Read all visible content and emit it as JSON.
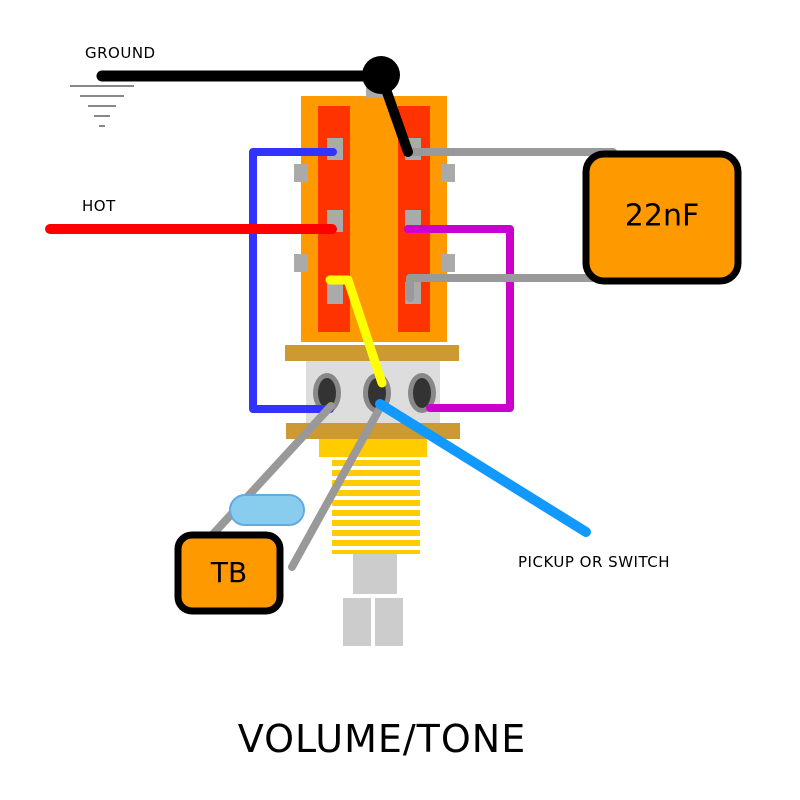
{
  "labels": {
    "ground": "GROUND",
    "hot": "HOT",
    "pickup": "PICKUP OR SWITCH",
    "title": "VOLUME/TONE"
  },
  "components": {
    "capacitor": "22nF",
    "treble_bleed": "TB"
  },
  "colors": {
    "ground_wire": "#000000",
    "hot_wire": "#ff0000",
    "blue_wire": "#3333ff",
    "purple_wire": "#cc00cc",
    "yellow_wire": "#ffff00",
    "pickup_wire": "#1199ff",
    "gray_wire": "#999999",
    "switch_body": "#ff9900",
    "switch_slot": "#ff3300",
    "box_fill": "#ff9900",
    "bushing": "#ffcc00",
    "bleed_resistor": "#88ccee"
  }
}
